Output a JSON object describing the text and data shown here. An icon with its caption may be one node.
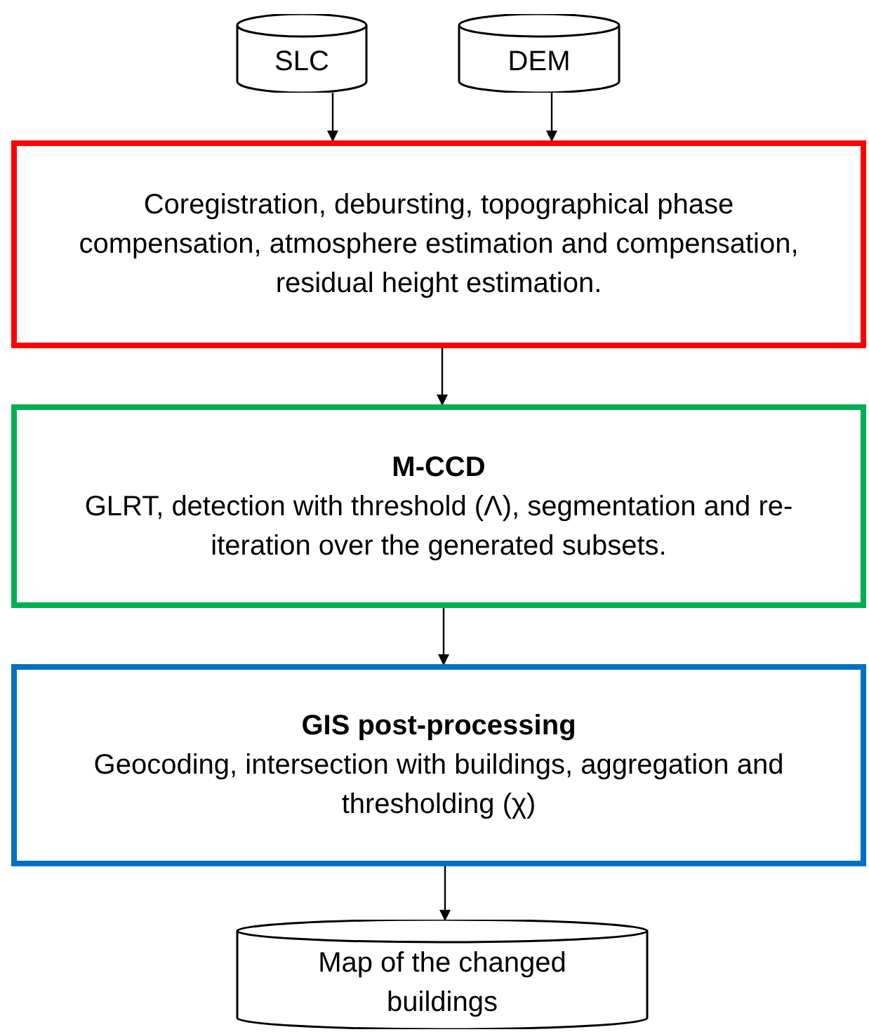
{
  "diagram": {
    "nodes": [
      {
        "text": [
          "SLC"
        ]
      },
      {
        "text": [
          "DEM"
        ]
      },
      {
        "text": [
          "Coregistration, debursting, topographical phase compensation, atmosphere estimation and compensation, residual height estimation."
        ]
      },
      {
        "text": [
          "M-CCD",
          "GLRT, detection with threshold (Λ), segmentation and re-iteration over the generated subsets."
        ]
      },
      {
        "text": [
          "GIS post-processing",
          "Geocoding, intersection with buildings, aggregation and thresholding (χ)"
        ]
      },
      {
        "text": [
          "Map of the changed buildings"
        ]
      }
    ],
    "edges": [
      {
        "from": 0,
        "to": 2,
        "arrow": "to"
      },
      {
        "from": 1,
        "to": 2,
        "arrow": "to"
      },
      {
        "from": 2,
        "to": 3,
        "arrow": "to"
      },
      {
        "from": 3,
        "to": 4,
        "arrow": "to"
      },
      {
        "from": 4,
        "to": 5,
        "arrow": "to"
      }
    ]
  }
}
